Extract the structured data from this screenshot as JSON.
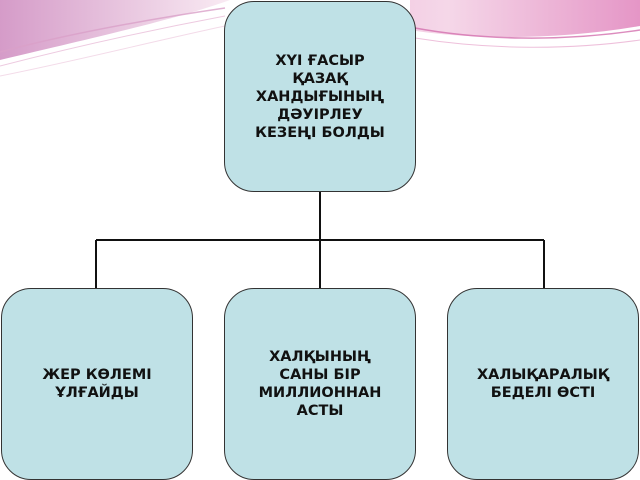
{
  "diagram": {
    "root": {
      "text": "XYI ҒАСЫР\nҚАЗАҚ\nХАНДЫҒЫНЫҢ\nДӘУІРЛЕУ\nКЕЗЕҢІ БОЛДЫ"
    },
    "children": [
      {
        "text": "ЖЕР КӨЛЕМІ\nҰЛҒАЙДЫ"
      },
      {
        "text": "ХАЛҚЫНЫҢ\nСАНЫ БІР\nМИЛЛИОННАН\nАСТЫ"
      },
      {
        "text": "ХАЛЫҚАРАЛЫҚ\nБЕДЕЛІ ӨСТІ"
      }
    ]
  },
  "colors": {
    "node_fill": "#bfe1e6",
    "node_border": "#333333",
    "connector": "#111111",
    "decor_pink": "#e9a6cf"
  }
}
